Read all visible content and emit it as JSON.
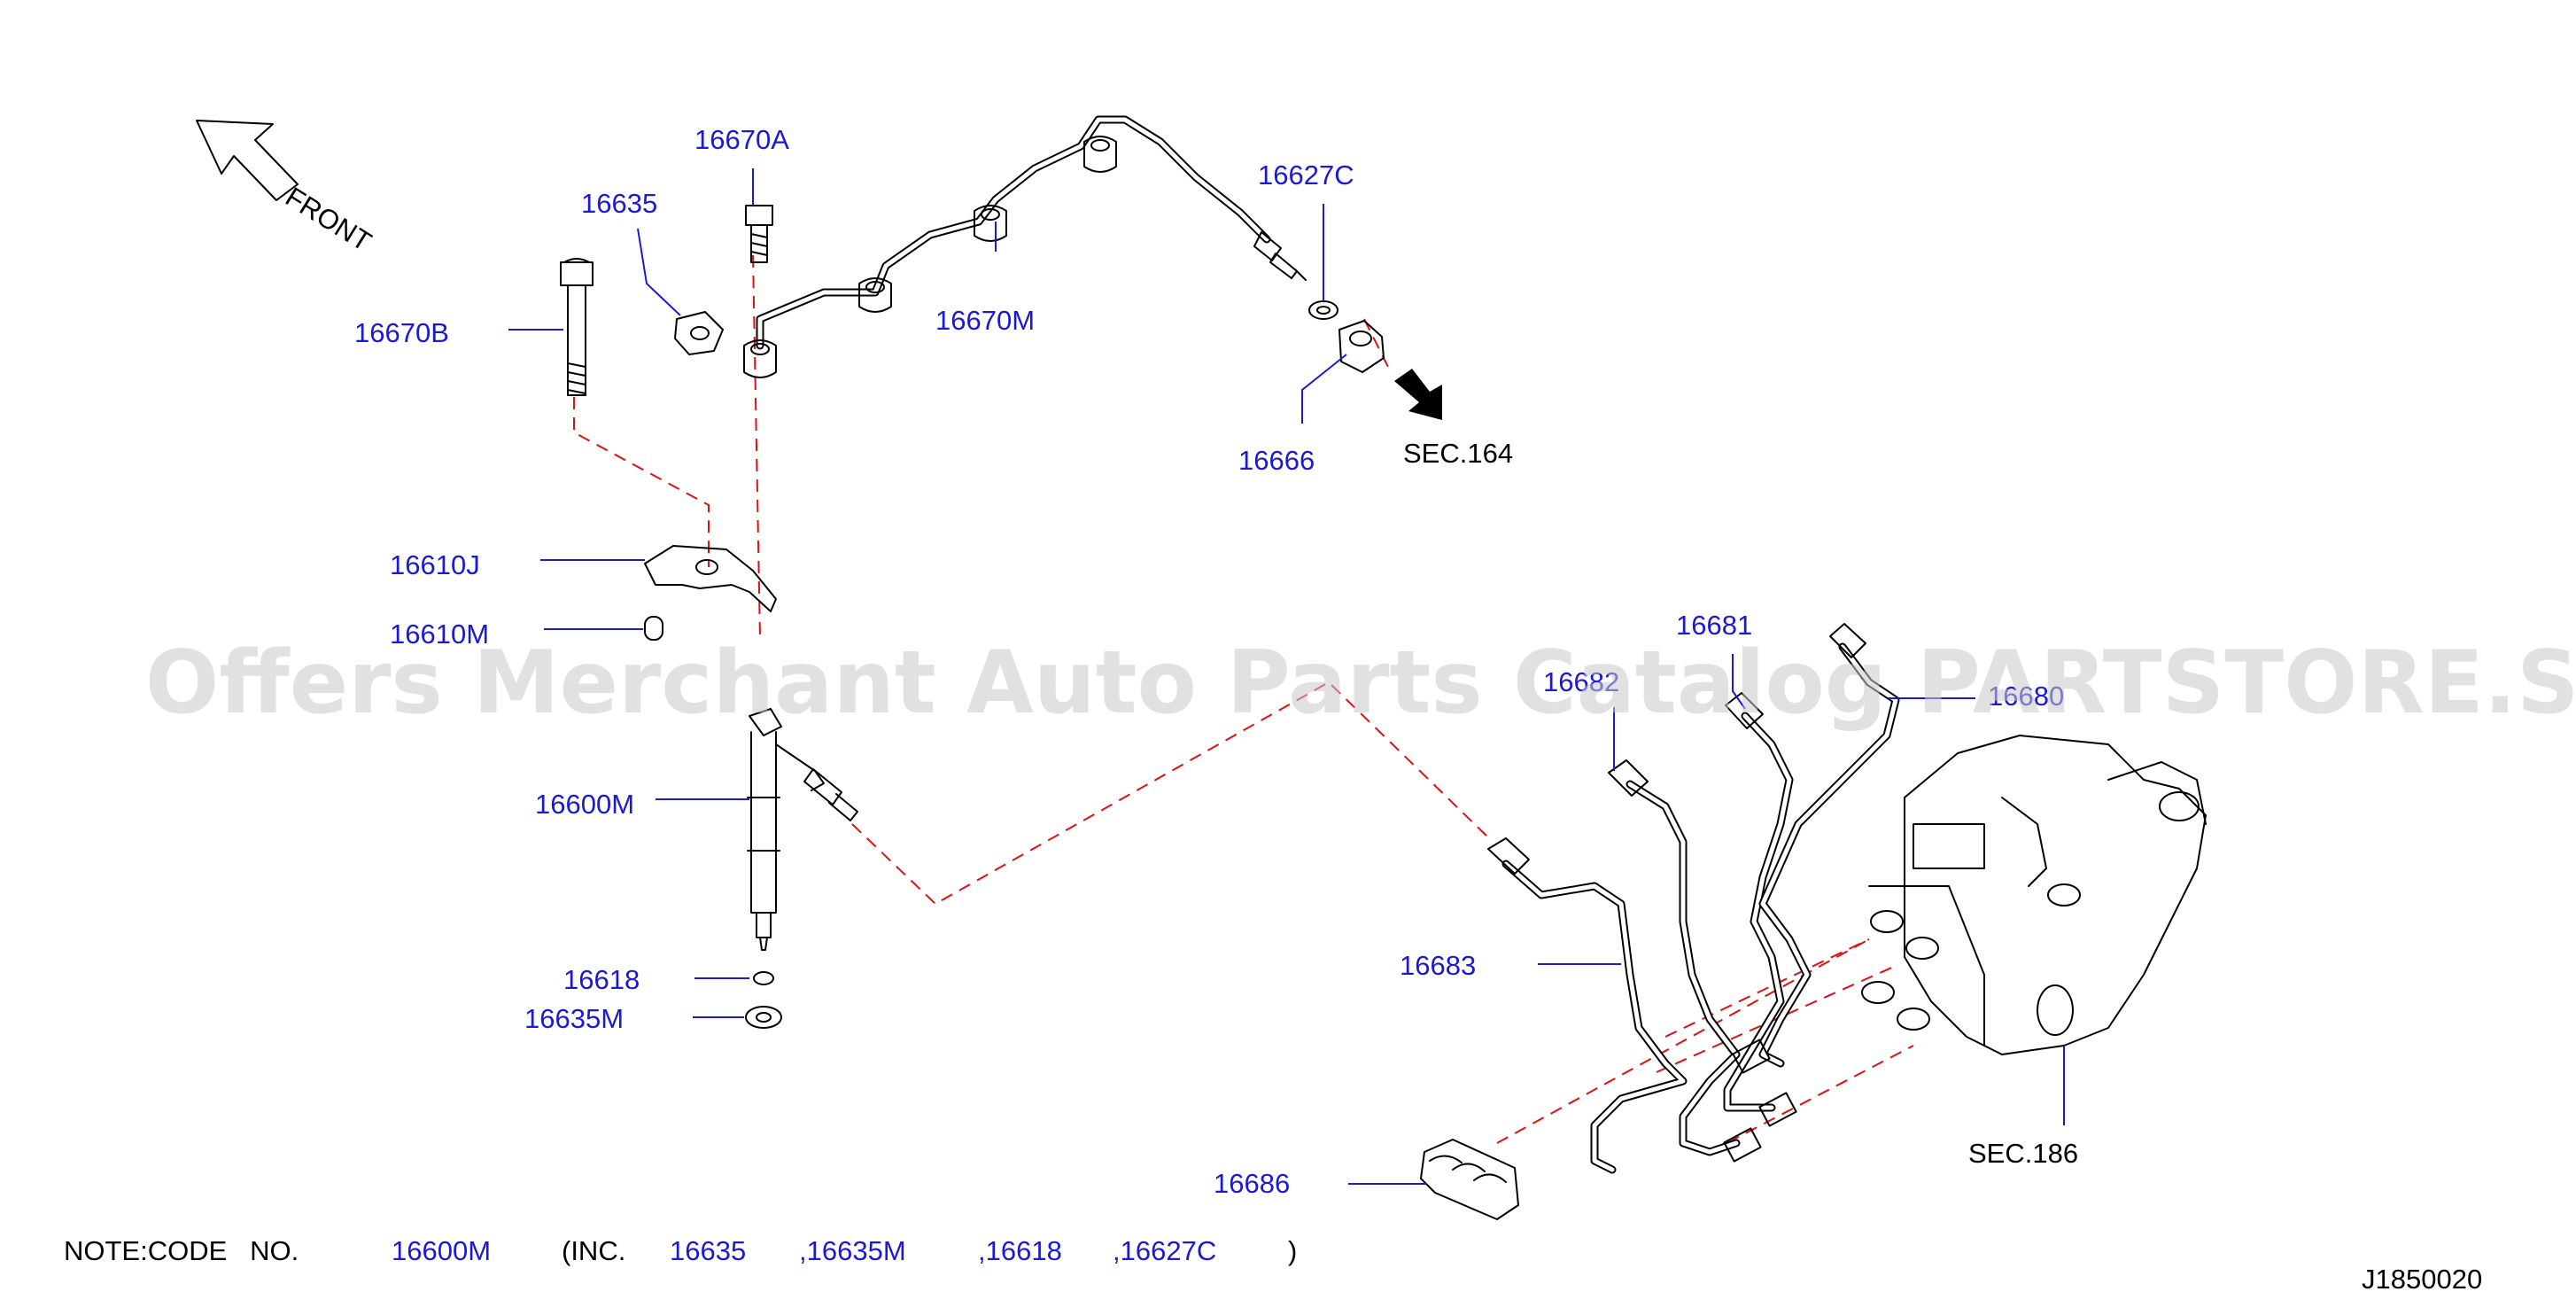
{
  "labels": {
    "p16670A": "16670A",
    "p16635": "16635",
    "p16627C": "16627C",
    "p16670B": "16670B",
    "p16670M": "16670M",
    "p16666": "16666",
    "sec164": "SEC.164",
    "p16610J": "16610J",
    "p16610M": "16610M",
    "p16681": "16681",
    "p16682": "16682",
    "p16680": "16680",
    "p16600M": "16600M",
    "p16683": "16683",
    "p16618": "16618",
    "p16635M": "16635M",
    "sec186": "SEC.186",
    "p16686": "16686"
  },
  "front_label": "FRONT",
  "watermark": "Offers Merchant Auto Parts Catalog PARTSTORE.SA",
  "note": {
    "prefix": "NOTE:CODE   NO.",
    "code": "16600M",
    "inc_open": "(INC.",
    "parts": [
      "16635",
      ",16635M",
      ",16618",
      ",16627C"
    ],
    "close": ")"
  },
  "diagram_id": "J1850020",
  "colors": {
    "label_blue": "#1a1ad6",
    "dash_red": "#e01010",
    "watermark_gray": "#c8c8c8"
  }
}
